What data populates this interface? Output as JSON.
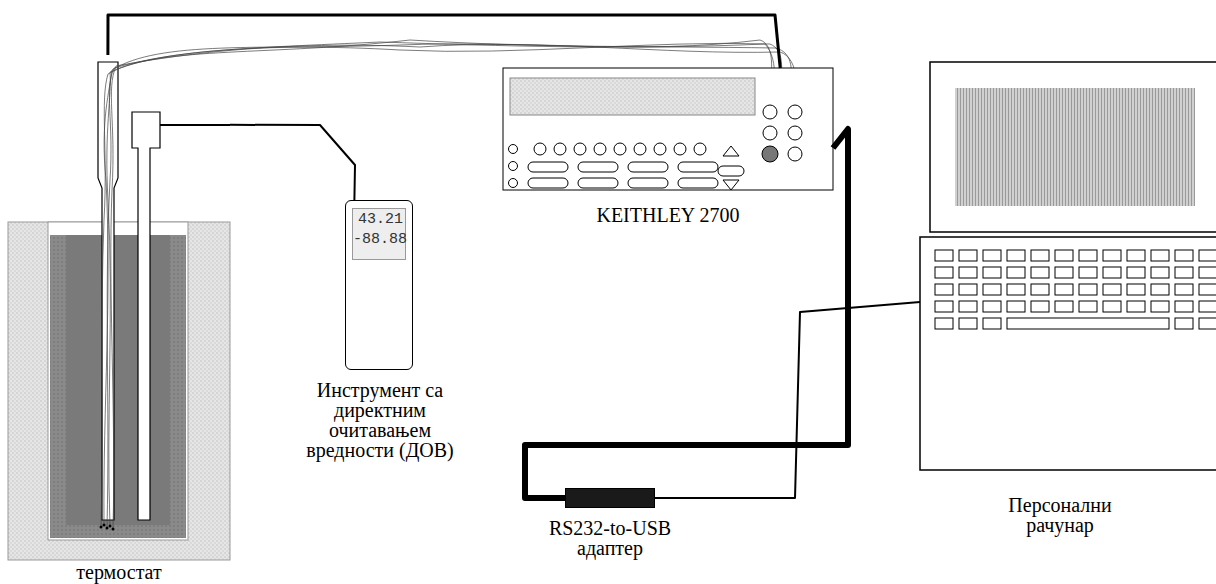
{
  "diagram": {
    "nodes": [
      {
        "text": [
          "термостат"
        ]
      },
      {
        "text": [
          "43.21",
          "-88.88",
          "Инструмент са директним очитавањем вредности (ДОВ)"
        ]
      },
      {
        "text": [
          "KEITHLEY 2700"
        ]
      },
      {
        "text": [
          "RS232-to-USB адаптер"
        ]
      },
      {
        "text": [
          "Персонални рачунар"
        ]
      }
    ],
    "edges": [
      {
        "from": 0,
        "to": 2,
        "arrow": "none"
      },
      {
        "from": 0,
        "to": 1,
        "arrow": "none"
      },
      {
        "from": 2,
        "to": 3,
        "arrow": "none"
      },
      {
        "from": 3,
        "to": 4,
        "arrow": "none"
      }
    ]
  }
}
